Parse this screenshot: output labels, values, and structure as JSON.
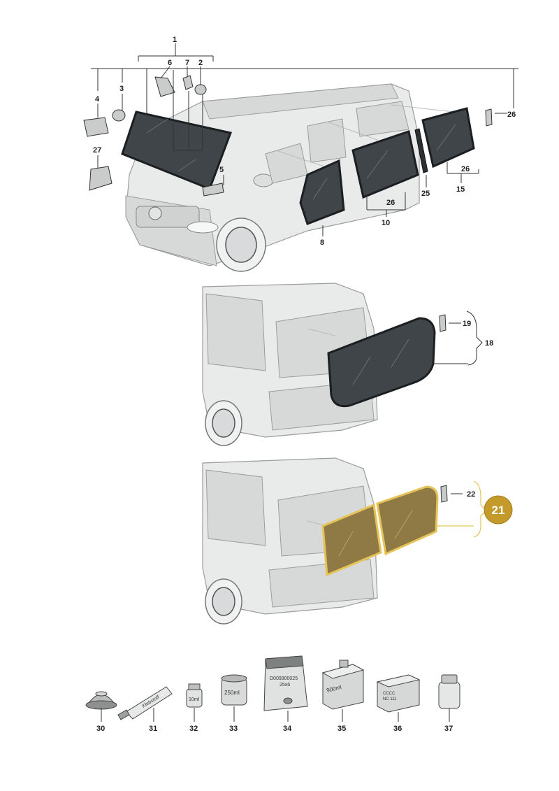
{
  "callouts": {
    "c1": "1",
    "c2": "2",
    "c3": "3",
    "c4": "4",
    "c5": "5",
    "c6": "6",
    "c7": "7",
    "c8": "8",
    "c10": "10",
    "c15": "15",
    "c18": "18",
    "c19": "19",
    "c21": "21",
    "c22": "22",
    "c25": "25",
    "c26a": "26",
    "c26b": "26",
    "c26c": "26",
    "c27": "27",
    "c30": "30",
    "c31": "31",
    "c32": "32",
    "c33": "33",
    "c34": "34",
    "c35": "35",
    "c36": "36",
    "c37": "37"
  },
  "product_labels": {
    "tube": "Klebstoff",
    "bottle_small": "10ml",
    "can": "250ml",
    "bag_line1": "D009900025",
    "bag_line2": "25x6",
    "canister": "900ml",
    "box_line1": "CCCC",
    "box_line2": "NC  111"
  },
  "colors": {
    "highlight_badge": "#c49a2a",
    "highlight_glass": "#8f7a45",
    "glass": "#3f4548"
  }
}
